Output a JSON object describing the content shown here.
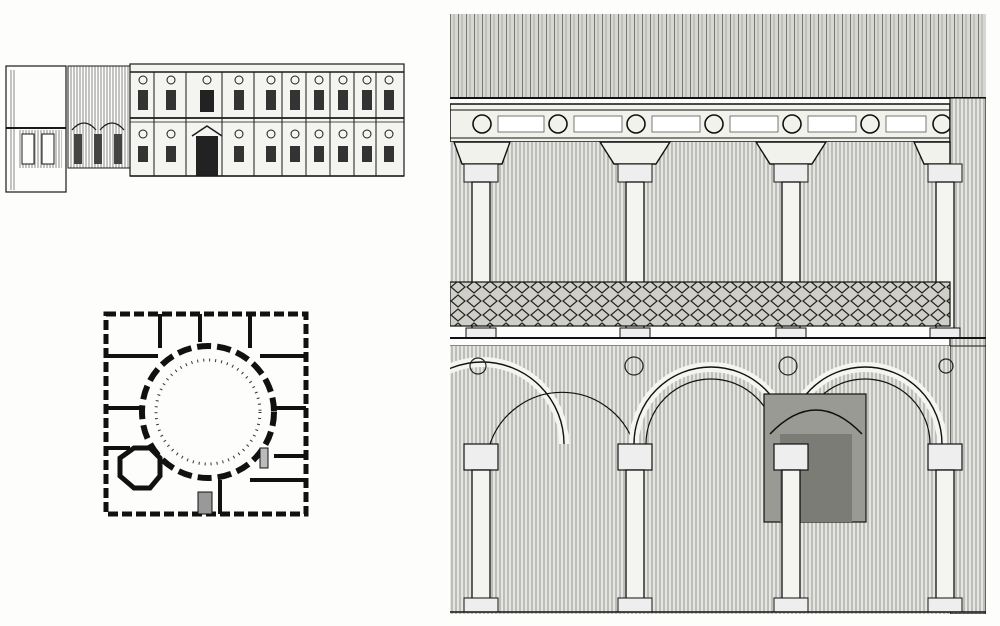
{
  "figures": [
    {
      "id": "elevation",
      "subject": "palace-facade-elevation-with-section"
    },
    {
      "id": "plan",
      "subject": "square-ground-plan-with-circular-court"
    },
    {
      "id": "courtyard",
      "subject": "two-storey-arcaded-courtyard-bay"
    }
  ],
  "colors": {
    "paper": "#fdfdfb",
    "ink": "#1a1a1a",
    "hatch": "#6b6b6b",
    "light_hatch": "#9a9a9a"
  }
}
